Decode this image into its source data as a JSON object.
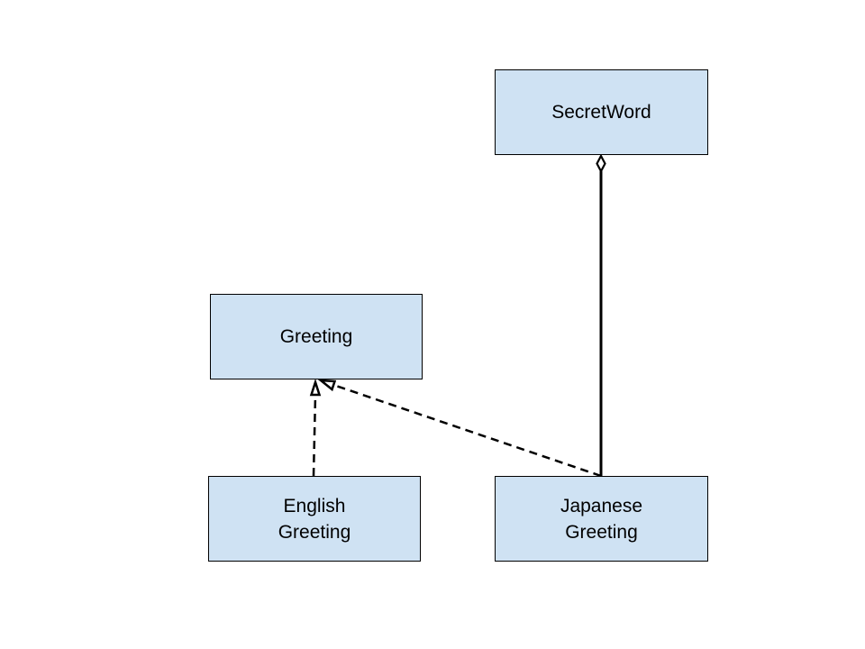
{
  "nodes": {
    "secret_word": {
      "lines": [
        "SecretWord"
      ]
    },
    "greeting": {
      "lines": [
        "Greeting"
      ]
    },
    "english_greeting": {
      "lines": [
        "English",
        "Greeting"
      ]
    },
    "japanese_greeting": {
      "lines": [
        "Japanese",
        "Greeting"
      ]
    }
  },
  "edges": [
    {
      "from": "english_greeting",
      "to": "greeting",
      "type": "realization",
      "style": "dashed",
      "arrowhead": "hollow-triangle"
    },
    {
      "from": "japanese_greeting",
      "to": "greeting",
      "type": "realization",
      "style": "dashed",
      "arrowhead": "hollow-triangle"
    },
    {
      "from": "japanese_greeting",
      "to": "secret_word",
      "type": "aggregation",
      "style": "solid",
      "arrowhead": "hollow-diamond"
    }
  ],
  "colors": {
    "box_fill": "#cfe2f3",
    "box_border": "#000000",
    "line": "#000000",
    "background": "#ffffff"
  }
}
